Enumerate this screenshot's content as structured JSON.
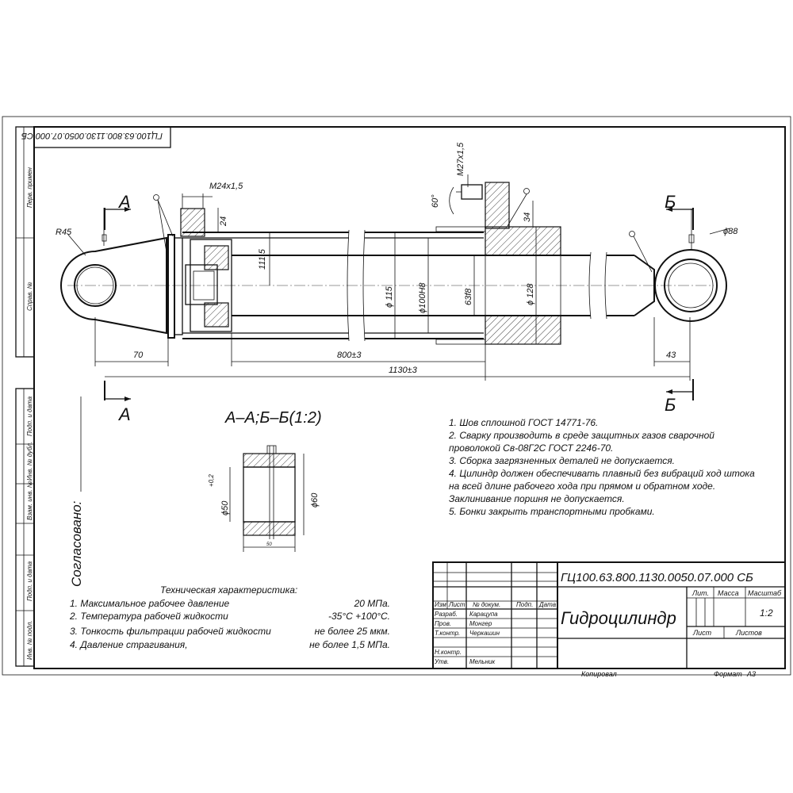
{
  "drawing": {
    "rotated_code": "ГЦ100.63.800.1130.0050.07.000 СБ",
    "side_labels": [
      "Перв. примен",
      "Справ. №",
      "Подп. и дата",
      "Инв. № дубл.",
      "Взам. инв. №",
      "Подп. и дата",
      "Инв. № подл."
    ],
    "agreed": "Согласовано:",
    "section_letters": {
      "a_top": "А",
      "a_bottom": "А",
      "b_top": "Б",
      "b_bottom": "Б"
    },
    "dims": {
      "m24": "M24x1,5",
      "m27": "M27x1,5",
      "r45": "R45",
      "d88": "ϕ88",
      "d24": "24",
      "d111": "111,5",
      "d115": "ϕ 115",
      "d100": "ϕ100H8",
      "d63": "63f8",
      "d128": "ϕ 128",
      "d34": "34",
      "ang60": "60°",
      "d70": "70",
      "d800": "800±3",
      "d1130": "1130±3",
      "d43": "43"
    },
    "section_view": {
      "title": "А–А;Б–Б(1:2)",
      "d50": "ϕ50",
      "tol": "+0,2",
      "d60": "ϕ60",
      "w": "50"
    },
    "notes": [
      "1. Шов сплошной ГОСТ 14771-76.",
      "2. Сварку производить в среде защитных газов сварочной",
      "проволокой Св-08Г2С   ГОСТ 2246-70.",
      "3. Сборка загрязненных деталей не допускается.",
      "4. Цилиндр должен обеспечивать плавный без вибраций ход штока",
      "на всей длине рабочего хода при прямом и обратном ходе.",
      "Заклинивание поршня не допускается.",
      "5. Бонки закрыть транспортными пробками."
    ],
    "tech": {
      "title": "Техническая характеристика:",
      "rows": [
        {
          "label": "1. Максимальное рабочее давление",
          "value": "20 МПа."
        },
        {
          "label": "2. Температура рабочей жидкости",
          "value": "-35°С +100°С."
        },
        {
          "label": "3. Тонкость фильтрации рабочей жидкости",
          "value": "не более 25 мкм."
        },
        {
          "label": "4. Давление страгивания,",
          "value": "не более  1,5 МПа."
        }
      ]
    },
    "title_block": {
      "code": "ГЦ100.63.800.1130.0050.07.000 СБ",
      "name": "Гидроцилиндр",
      "head_izm": "Изм",
      "head_list": "Лист",
      "head_doc": "№ докум.",
      "head_podp": "Подп.",
      "head_data": "Дата",
      "lit": "Лит.",
      "massa": "Масса",
      "masshtab": "Масштаб",
      "scale": "1:2",
      "sheet": "Лист",
      "sheets": "Листов",
      "roles": [
        {
          "role": "Разраб.",
          "name": "Карацупа"
        },
        {
          "role": "Пров.",
          "name": "Монгер"
        },
        {
          "role": "Т.контр.",
          "name": "Черкашин"
        },
        {
          "role": "",
          "name": ""
        },
        {
          "role": "Н.контр.",
          "name": ""
        },
        {
          "role": "Утв.",
          "name": "Мельник"
        }
      ],
      "copied": "Копировал",
      "format_label": "Формат",
      "format": "А3"
    }
  }
}
